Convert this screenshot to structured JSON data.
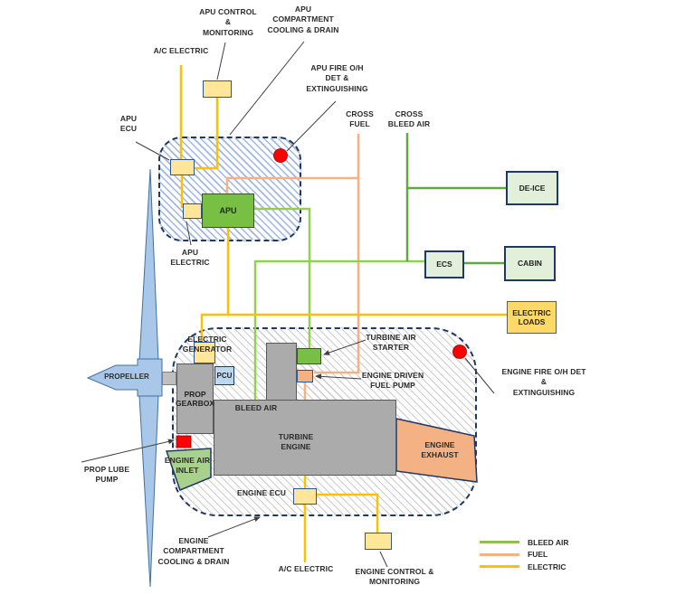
{
  "labels": {
    "apu_control_monitoring": "APU CONTROL\n&\nMONITORING",
    "apu_compartment_cooling": "APU\nCOMPARTMENT\nCOOLING & DRAIN",
    "ac_electric_top": "A/C ELECTRIC",
    "apu_fire": "APU FIRE O/H\nDET &\nEXTINGUISHING",
    "cross_fuel": "CROSS\nFUEL",
    "cross_bleed_air": "CROSS\nBLEED AIR",
    "apu_ecu": "APU\nECU",
    "apu_electric": "APU\nELECTRIC",
    "engine_fire": "ENGINE FIRE O/H DET\n&\nEXTINGUISHING",
    "electric_generator": "ELECTRIC\nGENERATOR",
    "bleed_air": "BLEED AIR",
    "turbine_air_starter": "TURBINE AIR\nSTARTER",
    "engine_driven_fuel_pump": "ENGINE DRIVEN\nFUEL PUMP",
    "prop_lube_pump": "PROP LUBE\nPUMP",
    "engine_compartment_cooling": "ENGINE\nCOMPARTMENT\nCOOLING & DRAIN",
    "ac_electric_bottom": "A/C ELECTRIC",
    "engine_control_monitoring": "ENGINE CONTROL &\nMONITORING",
    "propeller": "PROPELLER",
    "engine_air_inlet": "ENGINE AIR\nINLET",
    "turbine_engine": "TURBINE\nENGINE",
    "engine_exhaust": "ENGINE\nEXHAUST",
    "engine_ecu": "ENGINE ECU"
  },
  "boxes": {
    "apu": "APU",
    "pcu": "PCU",
    "de_ice": "DE-ICE",
    "ecs": "ECS",
    "cabin": "CABIN",
    "electric_loads": "ELECTRIC\nLOADS",
    "prop_gearbox": "PROP\nGEARBOX"
  },
  "legend": {
    "items": [
      {
        "label": "BLEED AIR",
        "color": "#8CC152"
      },
      {
        "label": "FUEL",
        "color": "#F4B183"
      },
      {
        "label": "ELECTRIC",
        "color": "#FFC000"
      }
    ]
  },
  "colors": {
    "electric": "#FFC000",
    "fuel": "#F4B183",
    "bleed_air_light": "#92D050",
    "bleed_air_dark": "#62A744",
    "alert_red": "#FF0000",
    "compartment_border": "#1F3864"
  }
}
